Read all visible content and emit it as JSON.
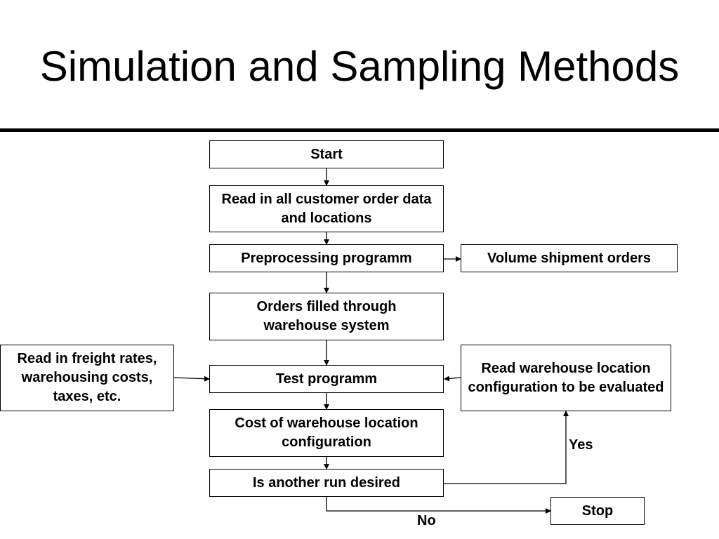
{
  "title": "Simulation and  Sampling Methods",
  "flowchart": {
    "start": "Start",
    "read_orders": "Read in all customer order data and locations",
    "preprocessing": "Preprocessing programm",
    "volume_shipment": "Volume shipment orders",
    "orders_filled": "Orders filled through warehouse system",
    "freight_rates": "Read in freight rates, warehousing costs, taxes, etc.",
    "test_program": "Test programm",
    "warehouse_config": "Read warehouse location configuration to be evaluated",
    "cost_config": "Cost of warehouse location configuration",
    "another_run": "Is another run desired",
    "stop": "Stop",
    "yes_label": "Yes",
    "no_label": "No"
  }
}
